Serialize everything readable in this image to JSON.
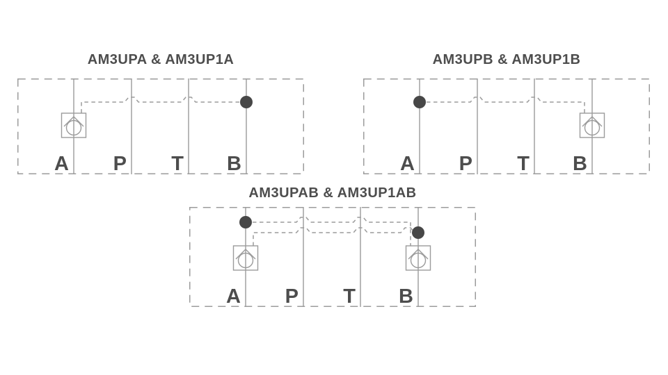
{
  "page": {
    "title": "Hydraulic modular valve circuit schematics",
    "background": "#ffffff"
  },
  "colors": {
    "line_gray": "#9b9b9b",
    "text_dark": "#4d4d4d",
    "dot_fill": "#474747"
  },
  "diagrams": [
    {
      "id": "am3upa",
      "title": "AM3UPA & AM3UP1A",
      "ports": [
        "A",
        "P",
        "T",
        "B"
      ],
      "check_valves_on_ports": [
        "A"
      ],
      "pilot_junction_dots_on_ports": [
        "B"
      ],
      "pilot_lines": [
        {
          "from_port": "B",
          "to_check_valve_on_port": "A",
          "crosses_over": [
            "T",
            "P"
          ]
        }
      ]
    },
    {
      "id": "am3upb",
      "title": "AM3UPB & AM3UP1B",
      "ports": [
        "A",
        "P",
        "T",
        "B"
      ],
      "check_valves_on_ports": [
        "B"
      ],
      "pilot_junction_dots_on_ports": [
        "A"
      ],
      "pilot_lines": [
        {
          "from_port": "A",
          "to_check_valve_on_port": "B",
          "crosses_over": [
            "P",
            "T"
          ]
        }
      ]
    },
    {
      "id": "am3upab",
      "title": "AM3UPAB & AM3UP1AB",
      "ports": [
        "A",
        "P",
        "T",
        "B"
      ],
      "check_valves_on_ports": [
        "A",
        "B"
      ],
      "pilot_junction_dots_on_ports": [
        "A",
        "B"
      ],
      "pilot_lines": [
        {
          "from_port": "A",
          "to_check_valve_on_port": "B",
          "crosses_over": [
            "P",
            "T"
          ]
        },
        {
          "from_port": "B",
          "to_check_valve_on_port": "A",
          "crosses_over": [
            "pilot-drop",
            "T",
            "P"
          ]
        }
      ]
    }
  ]
}
